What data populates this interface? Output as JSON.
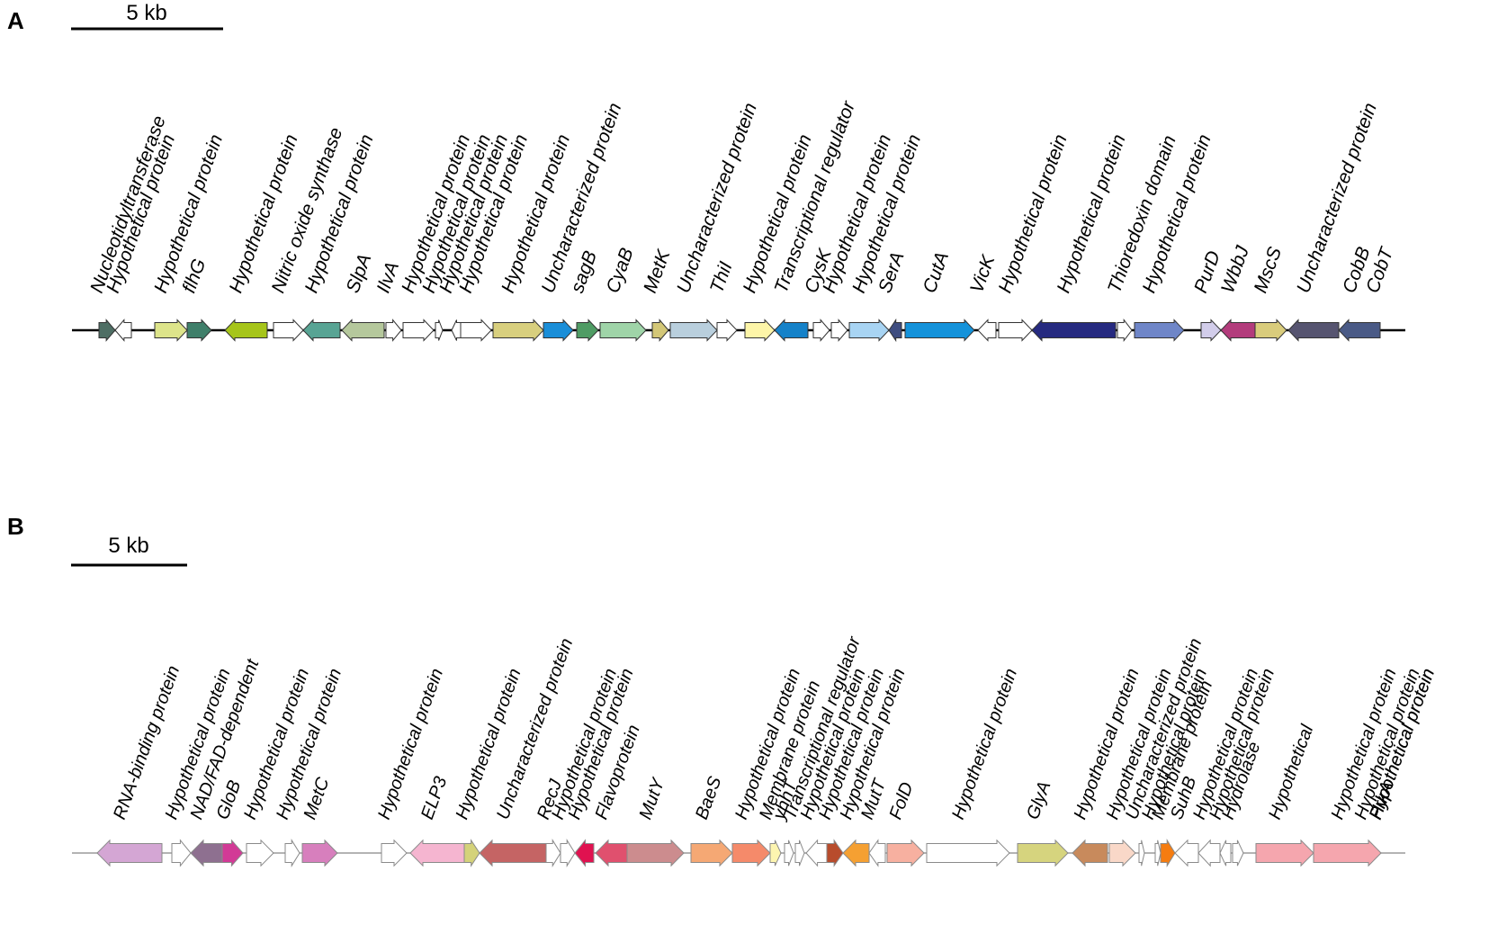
{
  "panels": [
    {
      "id": "A",
      "letter": "A",
      "scale_label": "5 kb",
      "genes": [
        {
          "s": 110,
          "e": 128,
          "d": "r",
          "c": "#4e6e64",
          "label": "Nucleotidyltransferase"
        },
        {
          "s": 128,
          "e": 146,
          "d": "l",
          "c": "#ffffff",
          "label": "Hypothetical protein"
        },
        {
          "s": 172,
          "e": 208,
          "d": "r",
          "c": "#dde48a",
          "label": "Hypothetical protein"
        },
        {
          "s": 208,
          "e": 235,
          "d": "r",
          "c": "#3f7f6a",
          "label": "flhG"
        },
        {
          "s": 250,
          "e": 297,
          "d": "l",
          "c": "#a6c51a",
          "label": "Hypothetical protein"
        },
        {
          "s": 304,
          "e": 337,
          "d": "r",
          "c": "#ffffff",
          "label": "Nitric oxide synthase"
        },
        {
          "s": 337,
          "e": 378,
          "d": "l",
          "c": "#58a494",
          "label": "Hypothetical protein"
        },
        {
          "s": 380,
          "e": 427,
          "d": "l",
          "c": "#b5c89c",
          "label": "SlpA"
        },
        {
          "s": 429,
          "e": 446,
          "d": "r",
          "c": "#ffffff",
          "label": "IlvA"
        },
        {
          "s": 448,
          "e": 482,
          "d": "r",
          "c": "#ffffff",
          "label": "Hypothetical protein"
        },
        {
          "s": 484,
          "e": 492,
          "d": "r",
          "c": "#ffffff",
          "label": "Hypothetical protein"
        },
        {
          "s": 502,
          "e": 512,
          "d": "l",
          "c": "#ffffff",
          "label": "Hypothetical protein"
        },
        {
          "s": 512,
          "e": 546,
          "d": "r",
          "c": "#ffffff",
          "label": "Hypothetical protein"
        },
        {
          "s": 548,
          "e": 604,
          "d": "r",
          "c": "#d8cf7e",
          "label": "Hypothetical protein"
        },
        {
          "s": 604,
          "e": 637,
          "d": "r",
          "c": "#1a8ed8",
          "label": "Uncharacterized protein"
        },
        {
          "s": 641,
          "e": 665,
          "d": "r",
          "c": "#4f9c64",
          "label": "sagB"
        },
        {
          "s": 667,
          "e": 718,
          "d": "r",
          "c": "#9fd4a8",
          "label": "CyaB"
        },
        {
          "s": 725,
          "e": 743,
          "d": "r",
          "c": "#d3c777",
          "label": "MetK"
        },
        {
          "s": 745,
          "e": 797,
          "d": "r",
          "c": "#b9cfdd",
          "label": "Uncharacterized protein"
        },
        {
          "s": 797,
          "e": 819,
          "d": "r",
          "c": "#ffffff",
          "label": "ThiI"
        },
        {
          "s": 828,
          "e": 861,
          "d": "r",
          "c": "#fdf5a8",
          "label": "Hypothetical protein"
        },
        {
          "s": 861,
          "e": 898,
          "d": "l",
          "c": "#1582c9",
          "label": "Transcriptional regulator"
        },
        {
          "s": 904,
          "e": 922,
          "d": "r",
          "c": "#ffffff",
          "label": "CysK"
        },
        {
          "s": 924,
          "e": 942,
          "d": "r",
          "c": "#ffffff",
          "label": "Hypothetical protein"
        },
        {
          "s": 944,
          "e": 988,
          "d": "r",
          "c": "#a8d4f3",
          "label": "Hypothetical protein"
        },
        {
          "s": 988,
          "e": 1002,
          "d": "l",
          "c": "#3f4d80",
          "label": "SerA"
        },
        {
          "s": 1006,
          "e": 1083,
          "d": "r",
          "c": "#1492da",
          "label": "CutA"
        },
        {
          "s": 1087,
          "e": 1107,
          "d": "l",
          "c": "#ffffff",
          "label": "VicK"
        },
        {
          "s": 1110,
          "e": 1147,
          "d": "r",
          "c": "#ffffff",
          "label": "Hypothetical protein"
        },
        {
          "s": 1147,
          "e": 1240,
          "d": "l",
          "c": "#262a80",
          "label": "Hypothetical protein"
        },
        {
          "s": 1242,
          "e": 1258,
          "d": "r",
          "c": "#ffffff",
          "label": "Thioredoxin domain"
        },
        {
          "s": 1261,
          "e": 1316,
          "d": "r",
          "c": "#6f86c8",
          "label": "Hypothetical protein"
        },
        {
          "s": 1335,
          "e": 1357,
          "d": "r",
          "c": "#d2cdea",
          "label": "PurD"
        },
        {
          "s": 1357,
          "e": 1395,
          "d": "l",
          "c": "#b33c7c",
          "label": "WbbJ"
        },
        {
          "s": 1395,
          "e": 1430,
          "d": "r",
          "c": "#d9cc7c",
          "label": "MscS"
        },
        {
          "s": 1432,
          "e": 1488,
          "d": "l",
          "c": "#565470",
          "label": "Uncharacterized protein"
        },
        {
          "s": 1488,
          "e": 1534,
          "d": "l",
          "c": "#4a5a86",
          "label": "CobB"
        }
      ],
      "extra_labels": [
        "CobT"
      ]
    },
    {
      "id": "B",
      "letter": "B",
      "scale_label": "5 kb",
      "genes": [
        {
          "s": 108,
          "e": 180,
          "d": "l",
          "c": "#d4a6d4",
          "label": "RNA-binding protein"
        },
        {
          "s": 191,
          "e": 212,
          "d": "r",
          "c": "#ffffff",
          "label": "Hypothetical protein"
        },
        {
          "s": 212,
          "e": 247,
          "d": "l",
          "c": "#8e7090",
          "label": "NAD/FAD-dependent"
        },
        {
          "s": 247,
          "e": 270,
          "d": "r",
          "c": "#d23a96",
          "label": "GloB"
        },
        {
          "s": 274,
          "e": 304,
          "d": "r",
          "c": "#ffffff",
          "label": "Hypothetical protein"
        },
        {
          "s": 317,
          "e": 333,
          "d": "r",
          "c": "#ffffff",
          "label": "Hypothetical protein"
        },
        {
          "s": 336,
          "e": 375,
          "d": "r",
          "c": "#d77fbd",
          "label": "MetC"
        },
        {
          "s": 424,
          "e": 452,
          "d": "r",
          "c": "#ffffff",
          "label": "Hypothetical protein"
        },
        {
          "s": 456,
          "e": 516,
          "d": "l",
          "c": "#f5b5d0",
          "label": "ELP3"
        },
        {
          "s": 516,
          "e": 533,
          "d": "r",
          "c": "#d4d27a",
          "label": "Hypothetical protein"
        },
        {
          "s": 533,
          "e": 607,
          "d": "l",
          "c": "#c56464",
          "label": "Uncharacterized protein"
        },
        {
          "s": 607,
          "e": 623,
          "d": "r",
          "c": "#ffffff",
          "label": "RecJ"
        },
        {
          "s": 623,
          "e": 639,
          "d": "r",
          "c": "#ffffff",
          "label": "Hypothetical protein"
        },
        {
          "s": 639,
          "e": 660,
          "d": "l",
          "c": "#e01250",
          "label": "Hypothetical protein"
        },
        {
          "s": 662,
          "e": 697,
          "d": "l",
          "c": "#e0506e",
          "label": "Flavoprotein"
        },
        {
          "s": 697,
          "e": 760,
          "d": "r",
          "c": "#cc8c8e",
          "label": "MutY"
        },
        {
          "s": 768,
          "e": 814,
          "d": "r",
          "c": "#f5a874",
          "label": "BaeS"
        },
        {
          "s": 814,
          "e": 856,
          "d": "r",
          "c": "#f58a6a",
          "label": "Hypothetical protein"
        },
        {
          "s": 856,
          "e": 868,
          "d": "r",
          "c": "#fdf5b0",
          "label": "Membrane protein"
        },
        {
          "s": 872,
          "e": 882,
          "d": "r",
          "c": "#ffffff",
          "label": "yhhT"
        },
        {
          "s": 884,
          "e": 894,
          "d": "r",
          "c": "#ffffff",
          "label": "Transcriptional regulator"
        },
        {
          "s": 896,
          "e": 919,
          "d": "l",
          "c": "#ffffff",
          "label": "Hypothetical protein"
        },
        {
          "s": 919,
          "e": 937,
          "d": "r",
          "c": "#b84c2c",
          "label": "Hypothetical protein"
        },
        {
          "s": 937,
          "e": 966,
          "d": "l",
          "c": "#f5a032",
          "label": "Hypothetical protein"
        },
        {
          "s": 966,
          "e": 984,
          "d": "l",
          "c": "#ffffff",
          "label": "MutT"
        },
        {
          "s": 986,
          "e": 1027,
          "d": "r",
          "c": "#f7b0a0",
          "label": "FolD"
        },
        {
          "s": 1030,
          "e": 1122,
          "d": "r",
          "c": "#ffffff",
          "label": "Hypothetical protein"
        },
        {
          "s": 1131,
          "e": 1187,
          "d": "r",
          "c": "#d6d47e",
          "label": "GlyA"
        },
        {
          "s": 1192,
          "e": 1231,
          "d": "l",
          "c": "#c88a5c",
          "label": "Hypothetical protein"
        },
        {
          "s": 1233,
          "e": 1262,
          "d": "r",
          "c": "#f9d8c8",
          "label": "Hypothetical protein"
        },
        {
          "s": 1266,
          "e": 1272,
          "d": "r",
          "c": "#ffffff",
          "label": "Uncharacterized protein"
        },
        {
          "s": 1284,
          "e": 1290,
          "d": "r",
          "c": "#ffffff",
          "label": "Hypothetical protein"
        },
        {
          "s": 1290,
          "e": 1306,
          "d": "r",
          "c": "#f57c10",
          "label": "Membrane protein"
        },
        {
          "s": 1306,
          "e": 1332,
          "d": "l",
          "c": "#ffffff",
          "label": "SuhB"
        },
        {
          "s": 1332,
          "e": 1356,
          "d": "l",
          "c": "#ffffff",
          "label": "Hypothetical protein"
        },
        {
          "s": 1356,
          "e": 1368,
          "d": "l",
          "c": "#ffffff",
          "label": "Hypothetical protein"
        },
        {
          "s": 1370,
          "e": 1382,
          "d": "r",
          "c": "#ffffff",
          "label": "Hydrolase"
        },
        {
          "s": 1396,
          "e": 1460,
          "d": "r",
          "c": "#f5a6ae",
          "label": "Hypothetical"
        },
        {
          "s": 1460,
          "e": 1535,
          "d": "r",
          "c": "#f5a6ae",
          "label": "Hypothetical protein"
        }
      ],
      "extra_labels": [
        "Hypothetical protein",
        "Hypothetical protein",
        "Hypothetical protein",
        "PrkA",
        "PrkA"
      ]
    }
  ]
}
